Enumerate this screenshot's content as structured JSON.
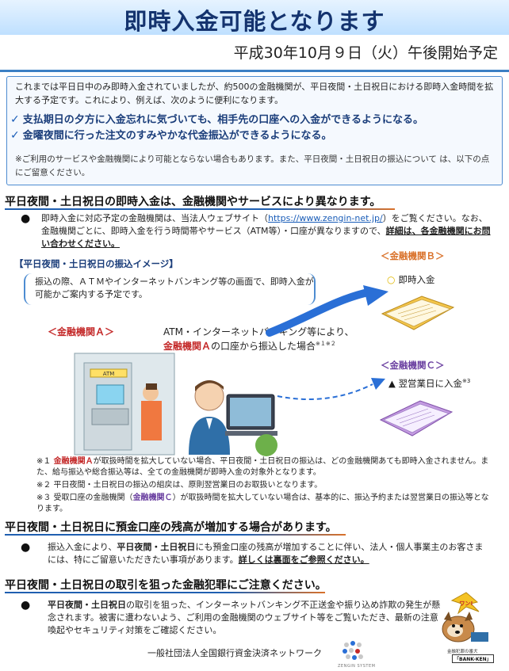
{
  "header": {
    "title": "即時入金可能となります",
    "date": "平成30年10月９日（火）午後開始予定"
  },
  "intro": {
    "text": "これまでは平日日中のみ即時入金されていましたが、約500の金融機関が、平日夜間・土日祝日における即時入金時間を拡大する予定です。これにより、例えば、次のように便利になります。",
    "check1": "支払期日の夕方に入金忘れに気づいても、相手先の口座への入金ができるようになる。",
    "check2": "金曜夜間に行った注文のすみやかな代金振込ができるようになる。",
    "check_mark": "✓",
    "note": "※ご利用のサービスや金融機関により可能とならない場合もあります。また、平日夜間・土日祝日の振込について は、以下の点にご留意ください。"
  },
  "section1": {
    "heading": "平日夜間・土日祝日の即時入金は、金融機関やサービスにより異なります。",
    "bullet": "●",
    "text_a": "即時入金に対応予定の金融機関は、当法人ウェブサイト（",
    "url": "https://www.zengin-net.jp/",
    "text_b": "）をご覧ください。なお、金融機関ごとに、即時入金を行う時間帯やサービス（ATM等）・口座が異なりますので、",
    "text_bold": "詳細は、各金融機関にお問い合わせください。",
    "image_title": "【平日夜間・土日祝日の振込イメージ】",
    "bubble": "振込の際、ＡＴＭやインターネットバンキング等の画面で、即時入金が可能かご案内する予定です。",
    "bank_a": "＜金融機関Ａ＞",
    "bank_b": "＜金融機関Ｂ＞",
    "bank_c": "＜金融機関Ｃ＞",
    "circle": "○",
    "sokuji": "即時入金",
    "triangle": "▲",
    "eigyo": "翌営業日に入金",
    "eigyo_sup": "※3",
    "atm_line1": "ATM・インターネットバンキング等により、",
    "atm_line2_red": "金融機関Ａ",
    "atm_line2_rest": "の口座から振込した場合",
    "atm_sup": "※１※２",
    "atm_sign": "ATM",
    "fn1_mark": "※１",
    "fn1_red": "金融機関Ａ",
    "fn1_text": "が取扱時間を拡大していない場合、平日夜間・土日祝日の振込は、どの金融機関あても即時入金されません。また、給与振込や総合振込等は、全ての金融機関が即時入金の対象外となります。",
    "fn2": "※２ 平日夜間・土日祝日の振込の組戻は、原則翌営業日のお取扱いとなります。",
    "fn3_a": "※３ 受取口座の金融機関（",
    "fn3_pur": "金融機関Ｃ",
    "fn3_b": "）が取扱時間を拡大していない場合は、基本的に、振込予約または翌営業日の振込等となります。"
  },
  "section2": {
    "heading": "平日夜間・土日祝日に預金口座の残高が増加する場合があります。",
    "bullet": "●",
    "text_a": "振込入金により、",
    "text_bold": "平日夜間・土日祝日",
    "text_b": "にも預金口座の残高が増加することに伴い、法人・個人事業主のお客さまには、特にご留意いただきたい事項があります。",
    "text_link": "詳しくは裏面をご参照ください。"
  },
  "section3": {
    "heading": "平日夜間・土日祝日の取引を狙った金融犯罪にご注意ください。",
    "bullet": "●",
    "text_bold": "平日夜間・土日祝日",
    "text_rest": "の取引を狙った、インターネットバンキング不正送金や振り込め詐欺の発生が懸念されます。被害に遭わないよう、ご利用の金融機関のウェブサイト等をご覧いただき、最新の注意喚起やセキュリティ対策をご確認ください。"
  },
  "footer": {
    "org": "一般社団法人全国銀行資金決済ネットワーク",
    "logo_text": "ZENGIN SYSTEM",
    "dog_caption": "金融犯罪の番犬",
    "dog_name": "「BANK-KEN」",
    "dog_bark": "ワン!"
  },
  "colors": {
    "title": "#14336e",
    "accent_blue": "#1f5fb0",
    "red": "#c42a2a",
    "orange": "#d9712a",
    "purple": "#6a3fa0"
  }
}
